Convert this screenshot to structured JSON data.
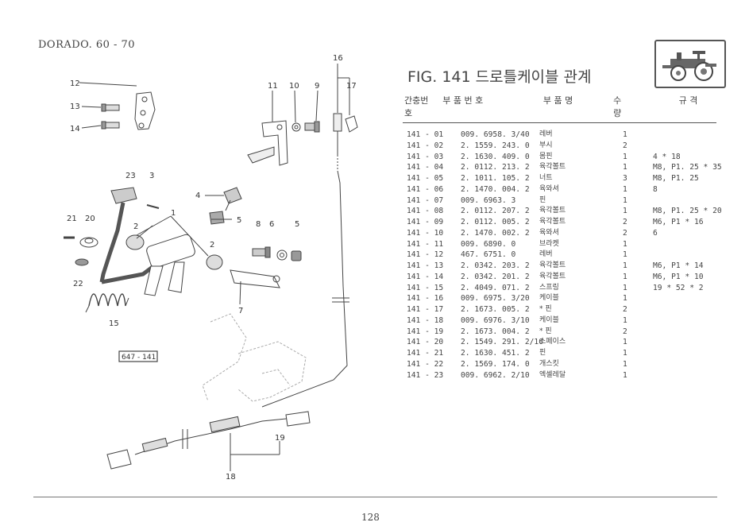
{
  "header": {
    "model": "DORADO. 60 - 70"
  },
  "figure": {
    "title": "FIG. 141 드로틀케이블 관계",
    "ref_code": "647 - 141",
    "callouts": [
      "1",
      "2",
      "2",
      "3",
      "4",
      "5",
      "5",
      "6",
      "7",
      "8",
      "9",
      "10",
      "11",
      "12",
      "13",
      "14",
      "15",
      "16",
      "17",
      "18",
      "19",
      "20",
      "21",
      "22",
      "23"
    ]
  },
  "table": {
    "headers": [
      "간충번호",
      "부 품 번 호",
      "부 품 명",
      "수 량",
      "규 격"
    ],
    "rows": [
      [
        "141 - 01",
        "009. 6958. 3/40",
        "레버",
        "1",
        ""
      ],
      [
        "141 - 02",
        "2. 1559. 243. 0",
        "부시",
        "2",
        ""
      ],
      [
        "141 - 03",
        "2. 1630. 409. 0",
        "몸핀",
        "1",
        "4 * 18"
      ],
      [
        "141 - 04",
        "2. 0112. 213. 2",
        "육각볼트",
        "1",
        "M8,  P1. 25 * 35"
      ],
      [
        "141 - 05",
        "2. 1011. 105. 2",
        "너트",
        "3",
        "M8,  P1. 25"
      ],
      [
        "141 - 06",
        "2. 1470. 004. 2",
        "육와셔",
        "1",
        "8"
      ],
      [
        "141 - 07",
        "009. 6963. 3",
        "핀",
        "1",
        ""
      ],
      [
        "141 - 08",
        "2. 0112. 207. 2",
        "육각볼트",
        "1",
        "M8,  P1. 25 * 20"
      ],
      [
        "141 - 09",
        "2. 0112. 005. 2",
        "육각볼트",
        "2",
        "M6,  P1 * 16"
      ],
      [
        "141 - 10",
        "2. 1470. 002. 2",
        "육와셔",
        "2",
        "6"
      ],
      [
        "141 - 11",
        "009. 6890. 0",
        "브라켓",
        "1",
        ""
      ],
      [
        "141 - 12",
        "467. 6751. 0",
        "레버",
        "1",
        ""
      ],
      [
        "141 - 13",
        "2. 0342. 203. 2",
        "육각볼트",
        "1",
        "M6,  P1 * 14"
      ],
      [
        "141 - 14",
        "2. 0342. 201. 2",
        "육각볼트",
        "1",
        "M6,  P1 * 10"
      ],
      [
        "141 - 15",
        "2. 4049. 071. 2",
        "스프링",
        "1",
        "19 * 52 * 2"
      ],
      [
        "141 - 16",
        "009. 6975. 3/20",
        "케이블",
        "1",
        ""
      ],
      [
        "141 - 17",
        "2. 1673. 005. 2",
        "* 핀",
        "2",
        ""
      ],
      [
        "141 - 18",
        "009. 6976. 3/10",
        "케이블",
        "1",
        ""
      ],
      [
        "141 - 19",
        "2. 1673. 004. 2",
        "* 핀",
        "2",
        ""
      ],
      [
        "141 - 20",
        "2. 1549. 291. 2/10",
        "스페이스",
        "1",
        ""
      ],
      [
        "141 - 21",
        "2. 1630. 451. 2",
        "핀",
        "1",
        ""
      ],
      [
        "141 - 22",
        "2. 1569. 174. 0",
        "개스킷",
        "1",
        ""
      ],
      [
        "141 - 23",
        "009. 6962. 2/10",
        "엑셀레달",
        "1",
        ""
      ]
    ]
  },
  "footer": {
    "page_number": "128"
  }
}
